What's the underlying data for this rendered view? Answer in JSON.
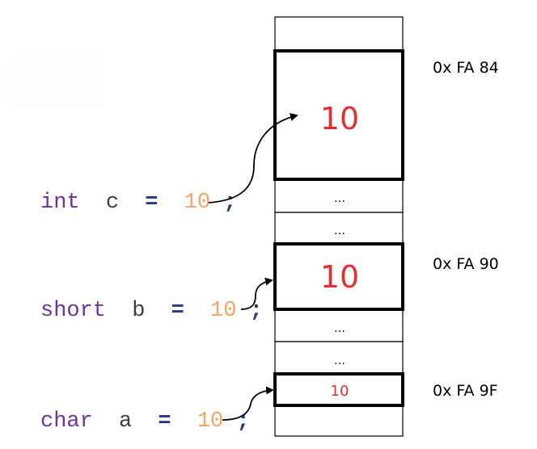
{
  "colors": {
    "type_keyword": "#7030a0",
    "identifier": "#404040",
    "operator": "#1f3a8a",
    "number_literal": "#f4a460",
    "semicolon": "#1f3a8a",
    "cell_value": "#e03030",
    "cell_border": "#000000",
    "label_text": "#000000"
  },
  "declarations": {
    "c": {
      "type": "int",
      "name": "c",
      "op": "=",
      "value": "10",
      "semi": ";"
    },
    "b": {
      "type": "short",
      "name": "b",
      "op": "=",
      "value": "10",
      "semi": ";"
    },
    "a": {
      "type": "char",
      "name": "a",
      "op": "=",
      "value": "10",
      "semi": ";"
    }
  },
  "memory": {
    "c_value": "10",
    "b_value": "10",
    "a_value": "10",
    "ellipsis": "…"
  },
  "addresses": {
    "c": "0x FA 84",
    "b": "0x FA 90",
    "a": "0x FA 9F"
  }
}
